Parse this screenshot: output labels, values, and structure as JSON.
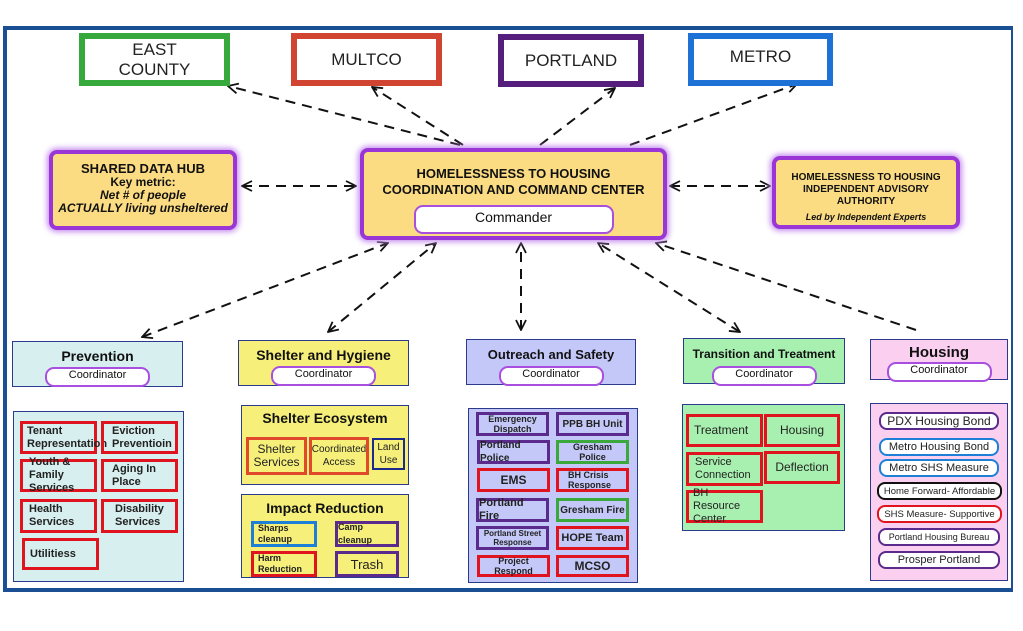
{
  "jurisdictions": [
    {
      "label": "EAST\nCOUNTY",
      "line1": "EAST",
      "line2": "COUNTY",
      "color": "#36a83c"
    },
    {
      "label": "MULTCO",
      "color": "#d24432"
    },
    {
      "label": "PORTLAND",
      "color": "#561e7c"
    },
    {
      "label": "METRO",
      "color": "#1e72d6"
    }
  ],
  "data_hub": {
    "title": "SHARED DATA HUB",
    "subtitle": "Key metric:",
    "metric_line1": "Net # of people",
    "metric_line2": "ACTUALLY living unsheltered"
  },
  "command_center": {
    "title_line1": "HOMELESSNESS TO HOUSING",
    "title_line2": "COORDINATION AND COMMAND CENTER",
    "role": "Commander"
  },
  "advisory": {
    "line1": "HOMELESSNESS TO HOUSING",
    "line2": "INDEPENDENT ADVISORY",
    "line3": "AUTHORITY",
    "note": "Led by Independent  Experts"
  },
  "departments": [
    {
      "title": "Prevention",
      "role": "Coordinator",
      "bg": "#d8efef"
    },
    {
      "title": "Shelter and Hygiene",
      "role": "Coordinator",
      "bg": "#f6f07a"
    },
    {
      "title": "Outreach and Safety",
      "role": "Coordinator",
      "bg": "#c4c8f8"
    },
    {
      "title": "Transition and Treatment",
      "role": "Coordinator",
      "bg": "#a8f0b0"
    },
    {
      "title": "Housing",
      "role": "Coordinator",
      "bg": "#fbcff0"
    }
  ],
  "prevention_services": [
    "Tenant Representation",
    "Eviction Preventioin",
    "Youth & Family Services",
    "Aging In Place",
    "Health Services",
    "Disability Services",
    "Utilitiess"
  ],
  "shelter_ecosystem": {
    "title": "Shelter Ecosystem",
    "items": [
      "Shelter Services",
      "Coordinated Access",
      "Land Use"
    ]
  },
  "impact_reduction": {
    "title": "Impact Reduction",
    "items": [
      "Sharps cleanup",
      "Camp cleanup",
      "Harm Reduction",
      "Trash"
    ]
  },
  "outreach_units": [
    "Emergency Dispatch",
    "PPB BH Unit",
    "Portland Police",
    "Gresham Police",
    "EMS",
    "BH Crisis Response",
    "Portland Fire",
    "Gresham Fire",
    "Portland Street Response",
    "HOPE Team",
    "Project Respond",
    "MCSO"
  ],
  "transition_services": [
    "Treatment",
    "Housing",
    "Service Connection",
    "Deflection",
    "BH Resource Center"
  ],
  "housing_programs": [
    "PDX Housing Bond",
    "Metro Housing Bond",
    "Metro SHS Measure",
    "Home Forward- Affordable",
    "SHS Measure- Supportive",
    "Portland Housing Bureau",
    "Prosper Portland"
  ]
}
